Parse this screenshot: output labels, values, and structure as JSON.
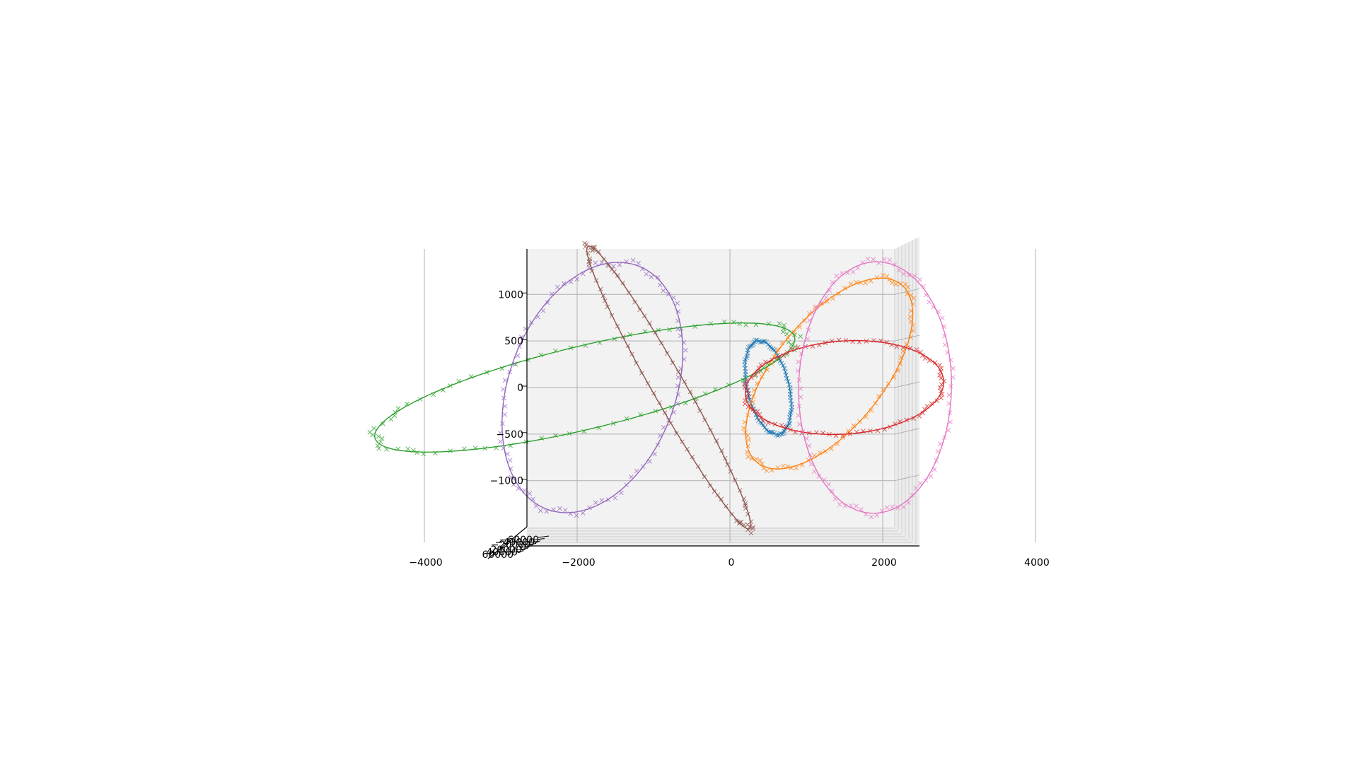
{
  "chart_data": {
    "type": "line",
    "title": "",
    "xlabel": "",
    "ylabel": "",
    "zlabel": "",
    "projection": "3d",
    "view": "front (x horizontal, z vertical)",
    "grid": true,
    "legend": "none",
    "xlim": [
      -5400,
      4900
    ],
    "zlim": [
      -1500,
      1500
    ],
    "x_ticks": [
      -4000,
      -2000,
      0,
      2000,
      4000
    ],
    "x_tick_labels": [
      "−4000",
      "−2000",
      "0",
      "2000",
      "4000"
    ],
    "z_ticks": [
      -1000,
      -500,
      0,
      500,
      1000
    ],
    "z_tick_labels": [
      "−1000",
      "−500",
      "0",
      "500",
      "1000"
    ],
    "y_tick_labels": [
      "−60000",
      "−40000",
      "−20000",
      "0",
      "20000",
      "40000",
      "60000"
    ],
    "series": [
      {
        "color": "#1f77b4",
        "center": [
          500,
          0
        ],
        "semi_major": 520,
        "semi_minor": 270,
        "angle_deg": -72,
        "marker": "x"
      },
      {
        "color": "#ff7f0e",
        "center": [
          1300,
          150
        ],
        "semi_major": 1350,
        "semi_minor": 650,
        "angle_deg": 42,
        "marker": "x"
      },
      {
        "color": "#2ca02c",
        "center": [
          -1900,
          0
        ],
        "semi_major": 2800,
        "semi_minor": 450,
        "angle_deg": 11,
        "marker": "x"
      },
      {
        "color": "#d62728",
        "center": [
          1500,
          0
        ],
        "semi_major": 1300,
        "semi_minor": 500,
        "angle_deg": 3,
        "marker": "x"
      },
      {
        "color": "#9467bd",
        "center": [
          -1800,
          0
        ],
        "semi_major": 1450,
        "semi_minor": 1050,
        "angle_deg": 57,
        "marker": "x"
      },
      {
        "color": "#8c564b",
        "center": [
          -800,
          0
        ],
        "semi_major": 1850,
        "semi_minor": 200,
        "angle_deg": -55,
        "marker": "x"
      },
      {
        "color": "#e377c2",
        "center": [
          1900,
          0
        ],
        "semi_major": 1350,
        "semi_minor": 1000,
        "angle_deg": 88,
        "marker": "x"
      }
    ]
  }
}
